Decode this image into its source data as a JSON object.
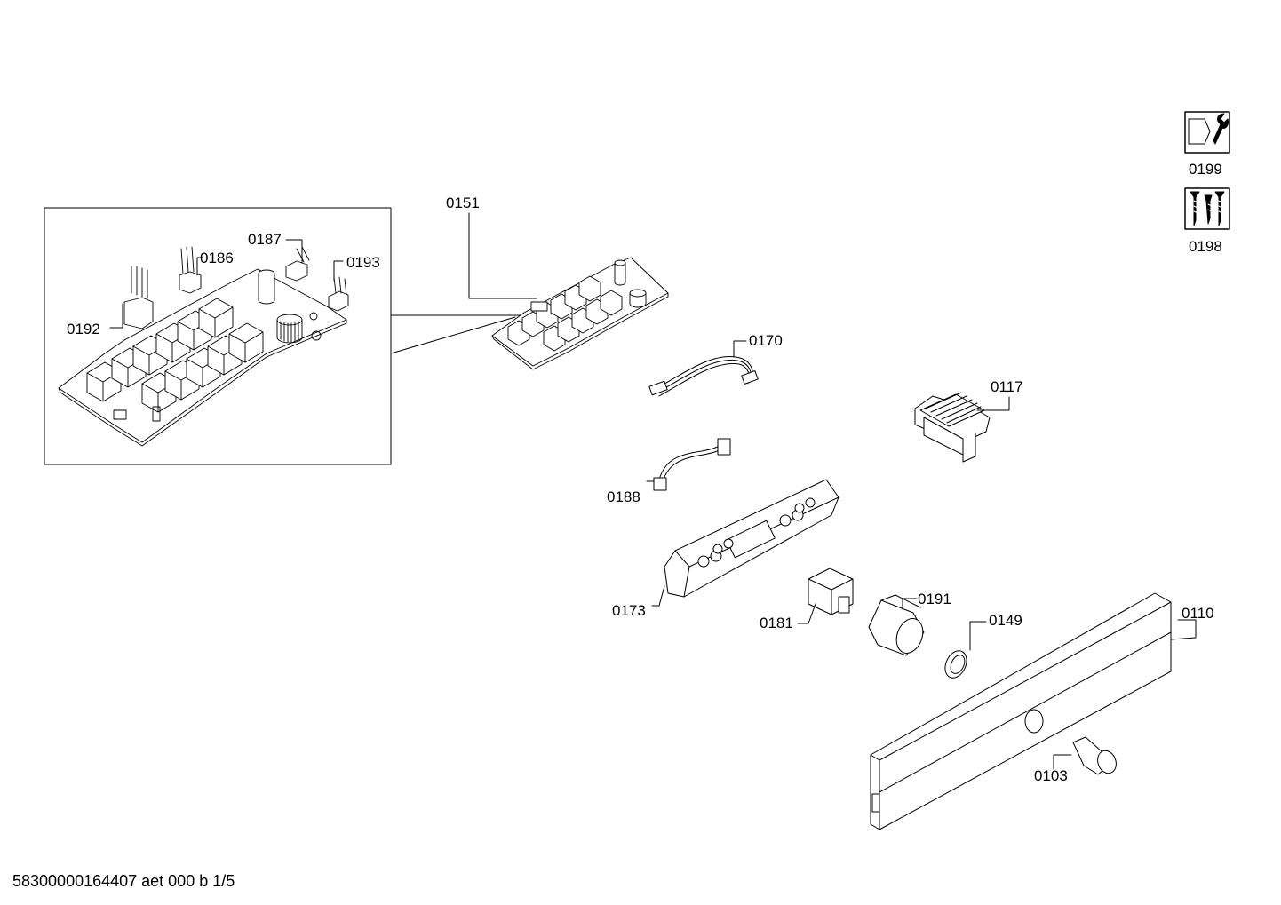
{
  "diagram": {
    "footer_text": "58300000164407 aet 000 b 1/5",
    "parts": [
      {
        "id": "p0151",
        "name": "part-0151-circuit-board",
        "label": "0151"
      },
      {
        "id": "p0170",
        "name": "part-0170-ribbon-cable",
        "label": "0170"
      },
      {
        "id": "p0117",
        "name": "part-0117-heat-sink",
        "label": "0117"
      },
      {
        "id": "p0188",
        "name": "part-0188-wire-harness",
        "label": "0188"
      },
      {
        "id": "p0173",
        "name": "part-0173-control-frame",
        "label": "0173"
      },
      {
        "id": "p0181",
        "name": "part-0181-switch",
        "label": "0181"
      },
      {
        "id": "p0191",
        "name": "part-0191-knob-housing",
        "label": "0191"
      },
      {
        "id": "p0149",
        "name": "part-0149-ring",
        "label": "0149"
      },
      {
        "id": "p0110",
        "name": "part-0110-control-panel",
        "label": "0110"
      },
      {
        "id": "p0103",
        "name": "part-0103-knob",
        "label": "0103"
      },
      {
        "id": "p0199",
        "name": "part-0199-tool-kit",
        "label": "0199"
      },
      {
        "id": "p0198",
        "name": "part-0198-screw-set",
        "label": "0198"
      }
    ],
    "detail_parts": [
      {
        "id": "p0187",
        "name": "part-0187-connector",
        "label": "0187"
      },
      {
        "id": "p0186",
        "name": "part-0186-connector",
        "label": "0186"
      },
      {
        "id": "p0193",
        "name": "part-0193-connector",
        "label": "0193"
      },
      {
        "id": "p0192",
        "name": "part-0192-connector",
        "label": "0192"
      }
    ]
  }
}
